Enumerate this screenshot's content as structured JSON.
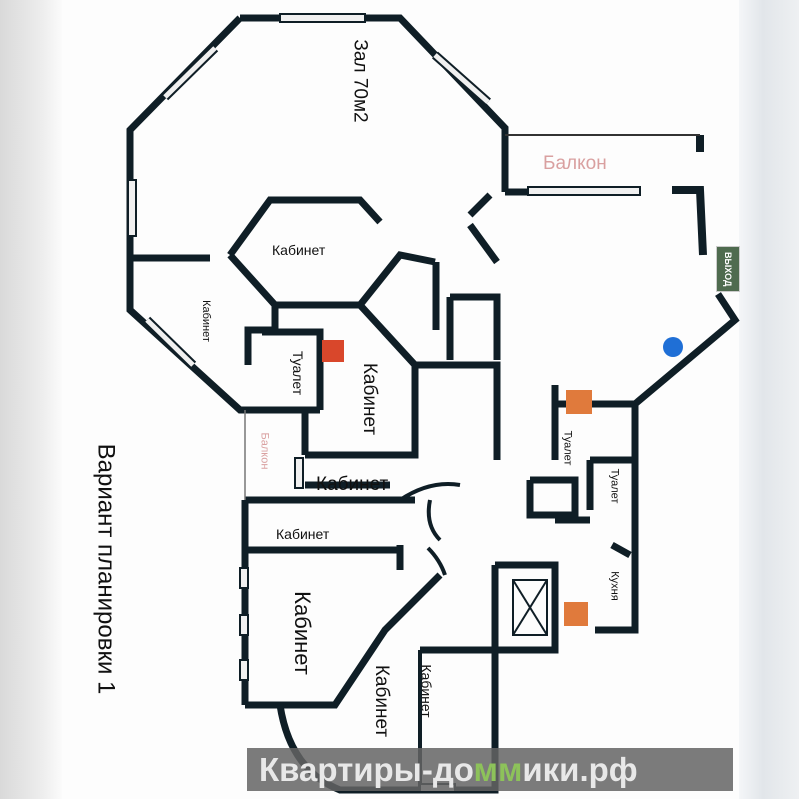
{
  "plan": {
    "title": "Вариант планировки 1",
    "exit_sign": "ВЫХОД",
    "rooms": [
      {
        "id": "hall",
        "label": "Зал 70м2"
      },
      {
        "id": "balcony-top",
        "label": "Балкон"
      },
      {
        "id": "cabinet-hex",
        "label": "Кабинет"
      },
      {
        "id": "cabinet-left",
        "label": "Кабинет"
      },
      {
        "id": "toilet-left",
        "label": "Туалет"
      },
      {
        "id": "cabinet-mid",
        "label": "Кабинет"
      },
      {
        "id": "balcony-left",
        "label": "Балкон"
      },
      {
        "id": "cabinet-row1",
        "label": "Кабинет"
      },
      {
        "id": "cabinet-row2",
        "label": "Кабинет"
      },
      {
        "id": "cabinet-large",
        "label": "Кабинет"
      },
      {
        "id": "cabinet-diag",
        "label": "Кабинет"
      },
      {
        "id": "cabinet-bottom",
        "label": "Кабинет"
      },
      {
        "id": "toilet-right1",
        "label": "Туалет"
      },
      {
        "id": "toilet-right2",
        "label": "Туалет"
      },
      {
        "id": "kitchen",
        "label": "Кухня"
      }
    ]
  },
  "watermark": {
    "part1": "Квартиры-до",
    "part2": "мм",
    "part3": "ики.рф"
  },
  "colors": {
    "wall": "#0f1e26",
    "extinguisher": "#d9472b",
    "riser": "#e07a3c",
    "marker": "#1f6fd6",
    "window": "#f0f0f0"
  }
}
